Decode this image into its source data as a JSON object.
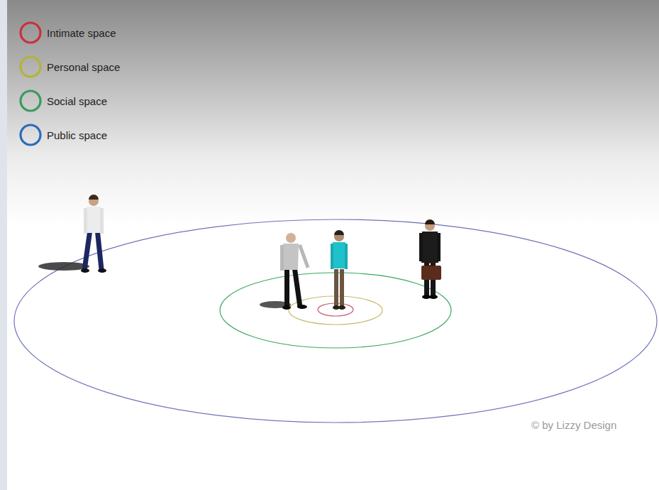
{
  "diagram": {
    "labels": [
      "© by Lizzy Design"
    ],
    "legend": [
      {
        "text": "Intimate space"
      },
      {
        "text": "Personal space"
      },
      {
        "text": "Social space"
      },
      {
        "text": "Public space"
      }
    ]
  }
}
